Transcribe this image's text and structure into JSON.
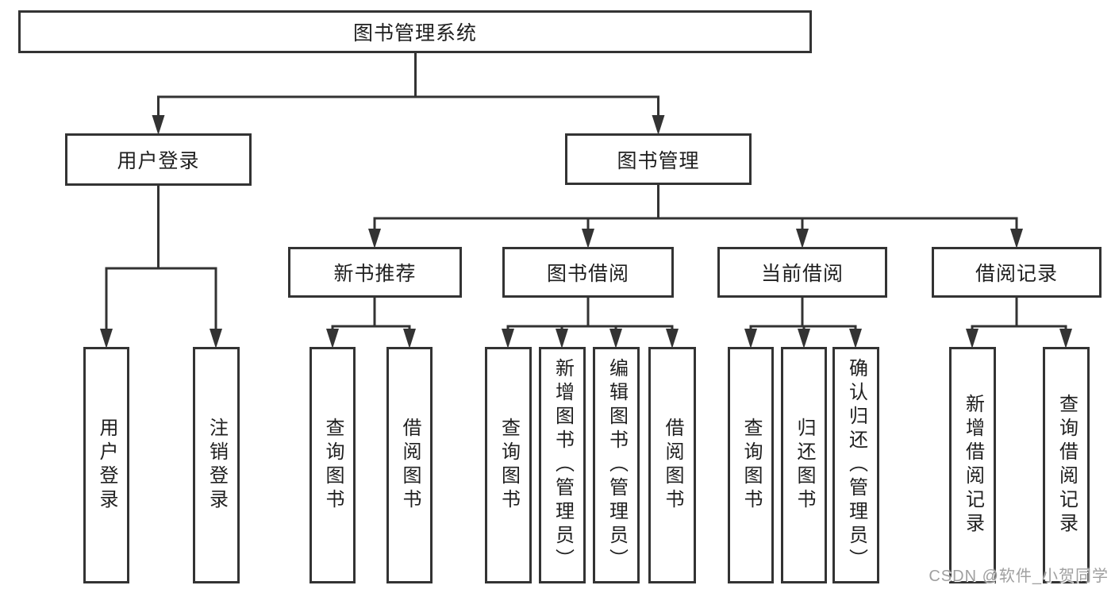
{
  "diagram": {
    "root": {
      "label": "图书管理系统"
    },
    "branches": [
      {
        "label": "用户登录",
        "children": [
          {
            "label": "用户登录"
          },
          {
            "label": "注销登录"
          }
        ]
      },
      {
        "label": "图书管理",
        "children": [
          {
            "label": "新书推荐",
            "children": [
              {
                "label": "查询图书"
              },
              {
                "label": "借阅图书"
              }
            ]
          },
          {
            "label": "图书借阅",
            "children": [
              {
                "label": "查询图书"
              },
              {
                "label": "新增图书（管理员）"
              },
              {
                "label": "编辑图书（管理员）"
              },
              {
                "label": "借阅图书"
              }
            ]
          },
          {
            "label": "当前借阅",
            "children": [
              {
                "label": "查询图书"
              },
              {
                "label": "归还图书"
              },
              {
                "label": "确认归还（管理员）"
              }
            ]
          },
          {
            "label": "借阅记录",
            "children": [
              {
                "label": "新增借阅记录"
              },
              {
                "label": "查询借阅记录"
              }
            ]
          }
        ]
      }
    ]
  },
  "watermark": {
    "text": "CSDN @软件_小贺同学"
  },
  "colors": {
    "line": "#333333",
    "box_background": "#ffffff",
    "text": "#1f1f1f",
    "watermark": "#a0a0a0"
  }
}
